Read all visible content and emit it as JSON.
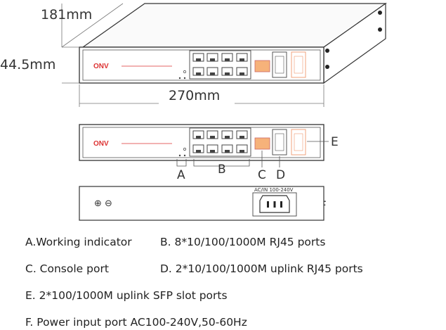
{
  "dimensions": {
    "depth": "181mm",
    "height": "44.5mm",
    "width": "270mm"
  },
  "device": {
    "logo": "ONV"
  },
  "callouts": {
    "a": "A",
    "b": "B",
    "c": "C",
    "d": "D",
    "e": "E",
    "f": "F"
  },
  "rear_panel": {
    "power_label": "AC/IN 100-240V",
    "ground_icons": "⊕ ⊖"
  },
  "legend": {
    "a": "A.Working indicator",
    "b": "B. 8*10/100/1000M RJ45 ports",
    "c": "C. Console port",
    "d": "D. 2*10/100/1000M uplink RJ45 ports",
    "e": "E. 2*100/1000M uplink SFP slot ports",
    "f": "F. Power input port AC100-240V,50-60Hz"
  }
}
